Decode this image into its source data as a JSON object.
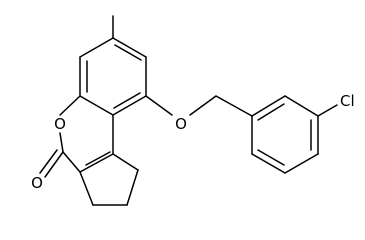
{
  "molecule": {
    "atoms": {
      "ring_oxygen": "O",
      "carbonyl_oxygen": "O",
      "ether_oxygen": "O",
      "chlorine": "Cl"
    }
  },
  "colors": {
    "bond": "#000000",
    "background": "#ffffff"
  }
}
